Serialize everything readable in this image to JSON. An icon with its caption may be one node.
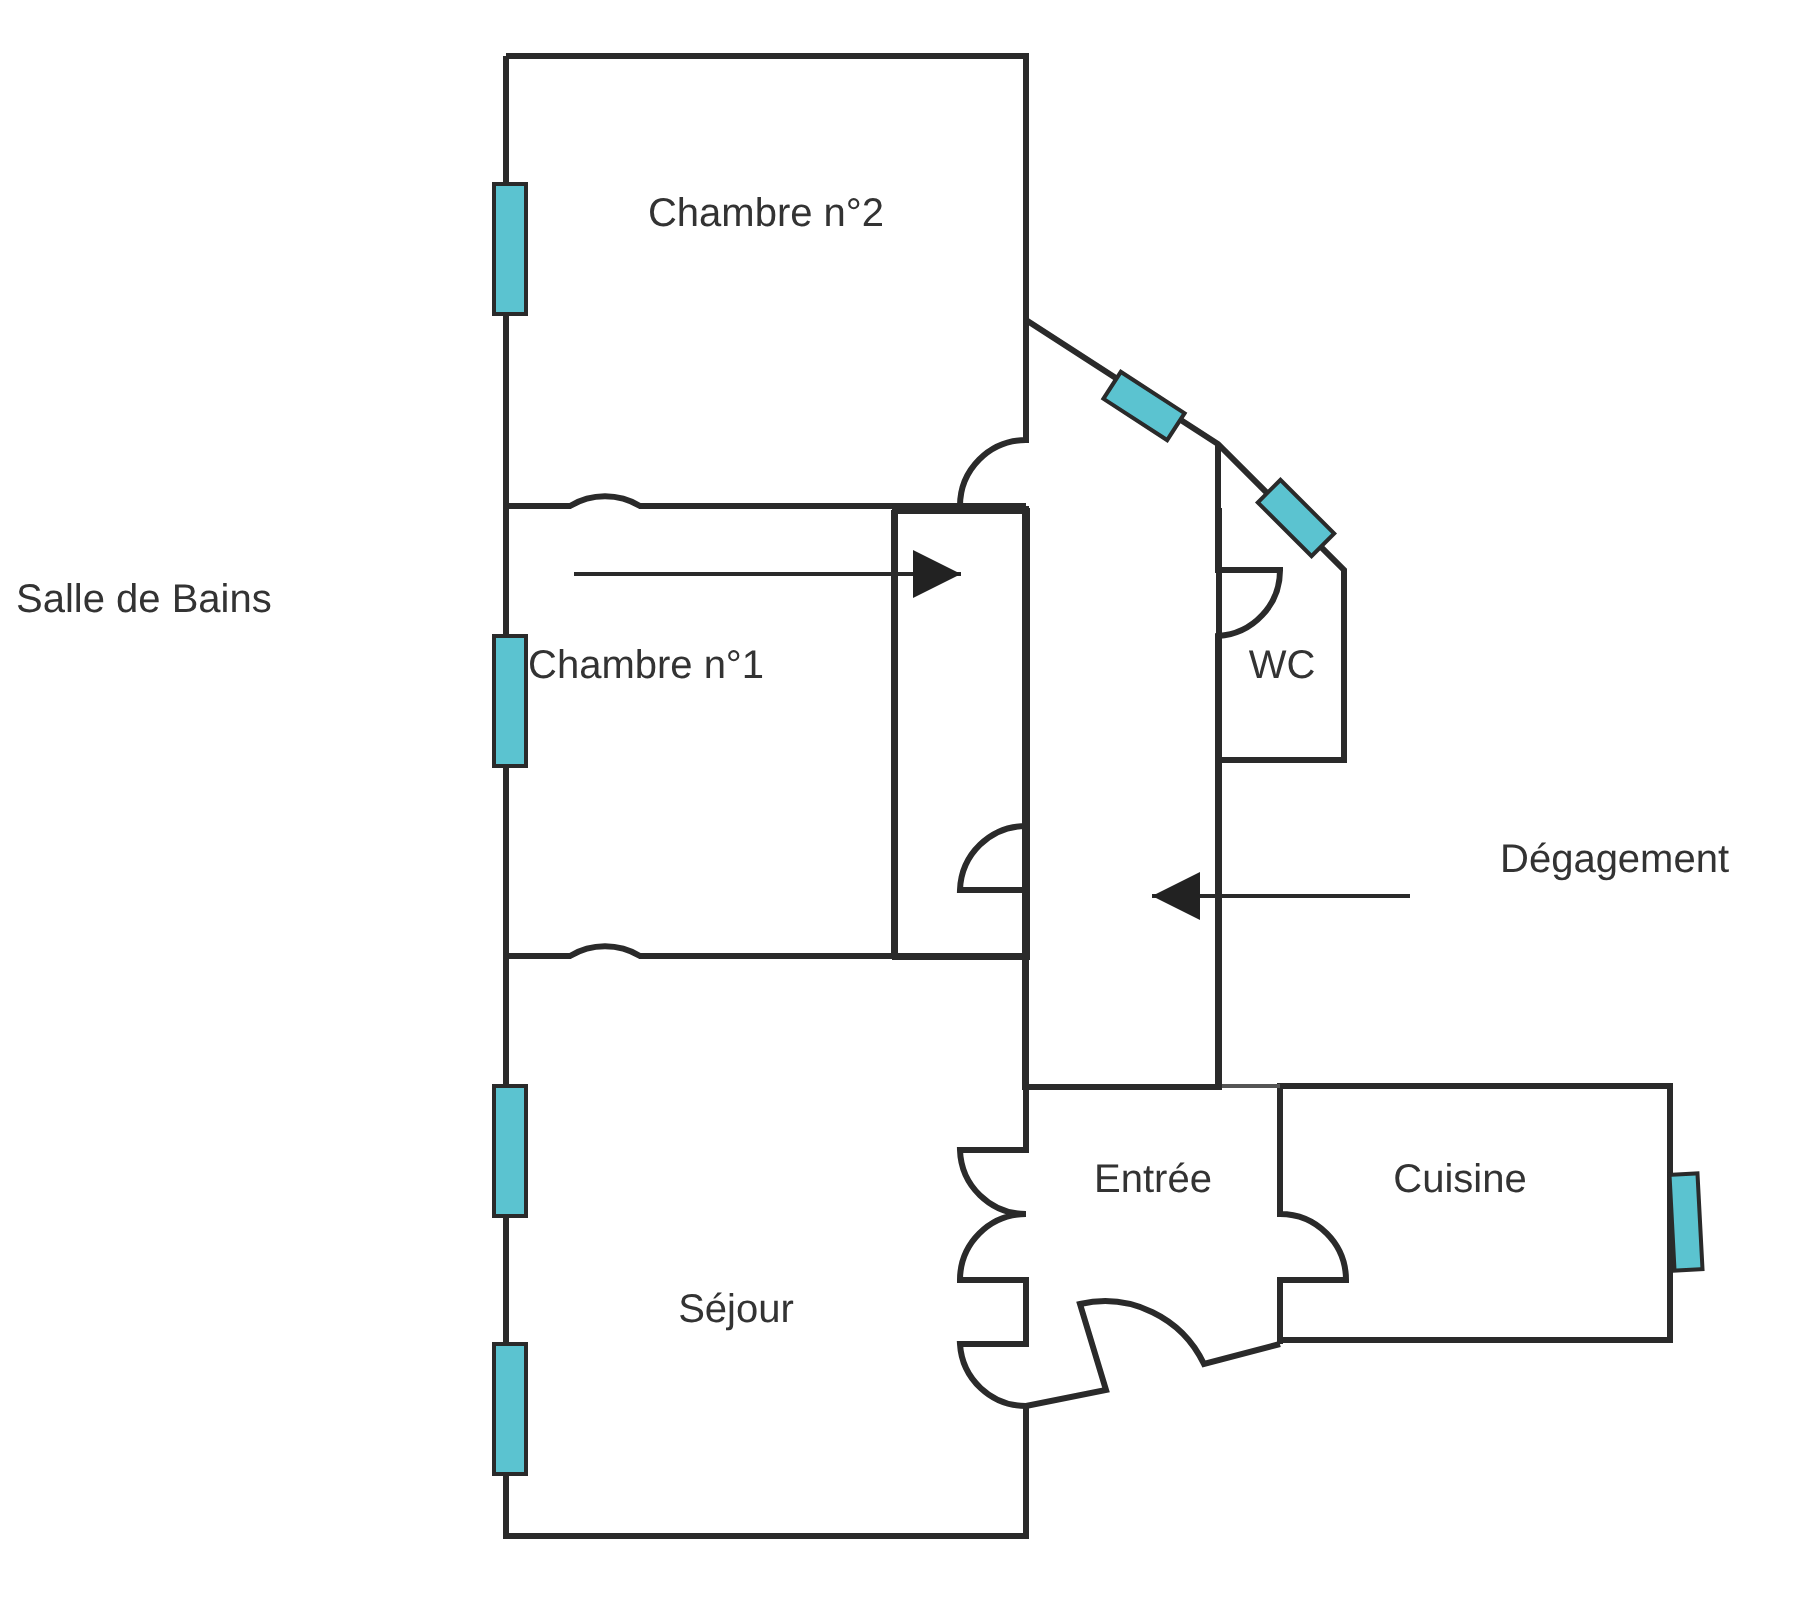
{
  "diagram": {
    "nodes": [
      {
        "text": [
          "Chambre n°2"
        ]
      },
      {
        "text": [
          "Chambre n°1"
        ]
      },
      {
        "text": [],
        "shape": "box"
      },
      {
        "text": [
          "WC"
        ]
      },
      {
        "text": [],
        "shape": "box"
      },
      {
        "text": [
          "Entrée"
        ]
      },
      {
        "text": [
          "Séjour"
        ]
      },
      {
        "text": [
          "Cuisine"
        ]
      }
    ],
    "edges": [
      {
        "from": null,
        "to": 2,
        "arrow": "to"
      },
      {
        "from": null,
        "to": 4,
        "arrow": "to"
      }
    ],
    "labels": [
      "Salle de Bains",
      "Dégagement"
    ]
  }
}
